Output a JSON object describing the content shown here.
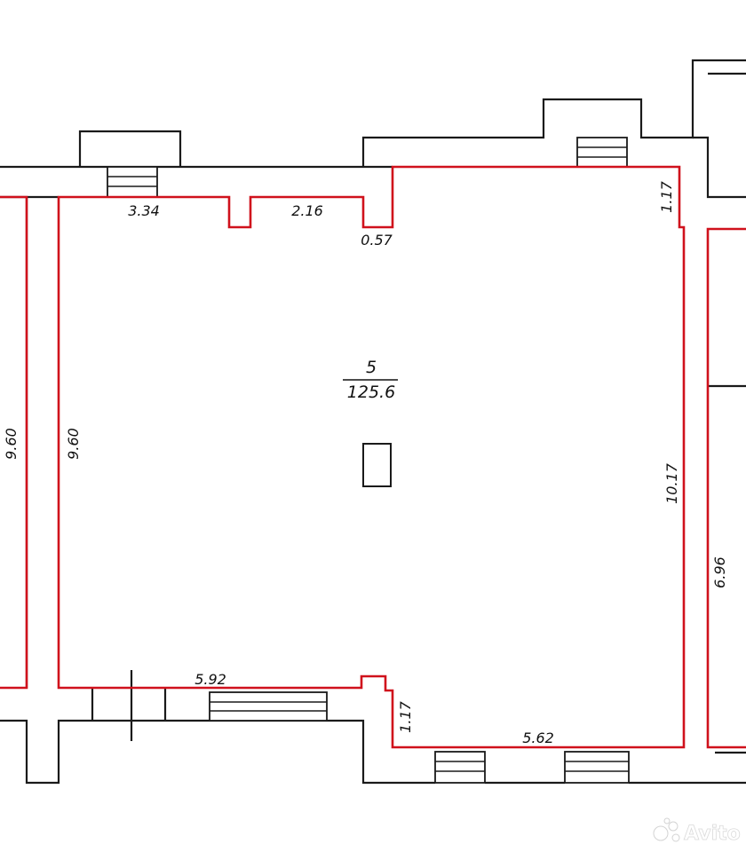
{
  "plan": {
    "room": {
      "number": "5",
      "area": "125.6"
    },
    "dimensions": {
      "top_left_segment": "3.34",
      "top_middle_segment": "2.16",
      "top_step": "0.57",
      "top_right_step": "1.17",
      "left_adjacent_wall": "9.60",
      "left_wall": "9.60",
      "right_wall": "10.17",
      "right_adjacent_wall": "6.96",
      "bottom_left_segment": "5.92",
      "bottom_step": "1.17",
      "bottom_right_segment": "5.62"
    },
    "colors": {
      "room_outline": "#d0111c",
      "walls": "#1a1a1a",
      "background": "#ffffff"
    },
    "watermark": {
      "text": "Avito",
      "icon": "avito-logo-icon"
    }
  }
}
